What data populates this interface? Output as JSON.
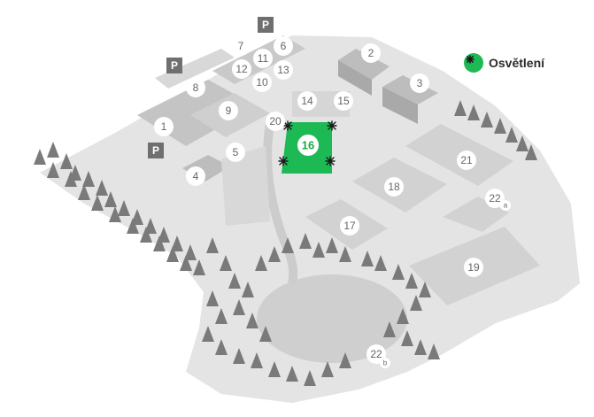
{
  "legend": {
    "label": "Osvětlení",
    "icon": "floodlight-icon",
    "color": "#1db954"
  },
  "highlight": {
    "number": "16"
  },
  "markers": [
    "1",
    "2",
    "3",
    "4",
    "5",
    "6",
    "7",
    "8",
    "9",
    "10",
    "11",
    "12",
    "13",
    "14",
    "15",
    "17",
    "18",
    "19",
    "20",
    "21",
    "22",
    "22"
  ],
  "badges": [
    "a",
    "b"
  ],
  "parking": [
    "P",
    "P",
    "P"
  ],
  "colors": {
    "ground": "#e2e2e2",
    "field": "#d2d2d2",
    "building": "#bdbdbd",
    "tree": "#7a7a7a",
    "highlight": "#1db954"
  }
}
